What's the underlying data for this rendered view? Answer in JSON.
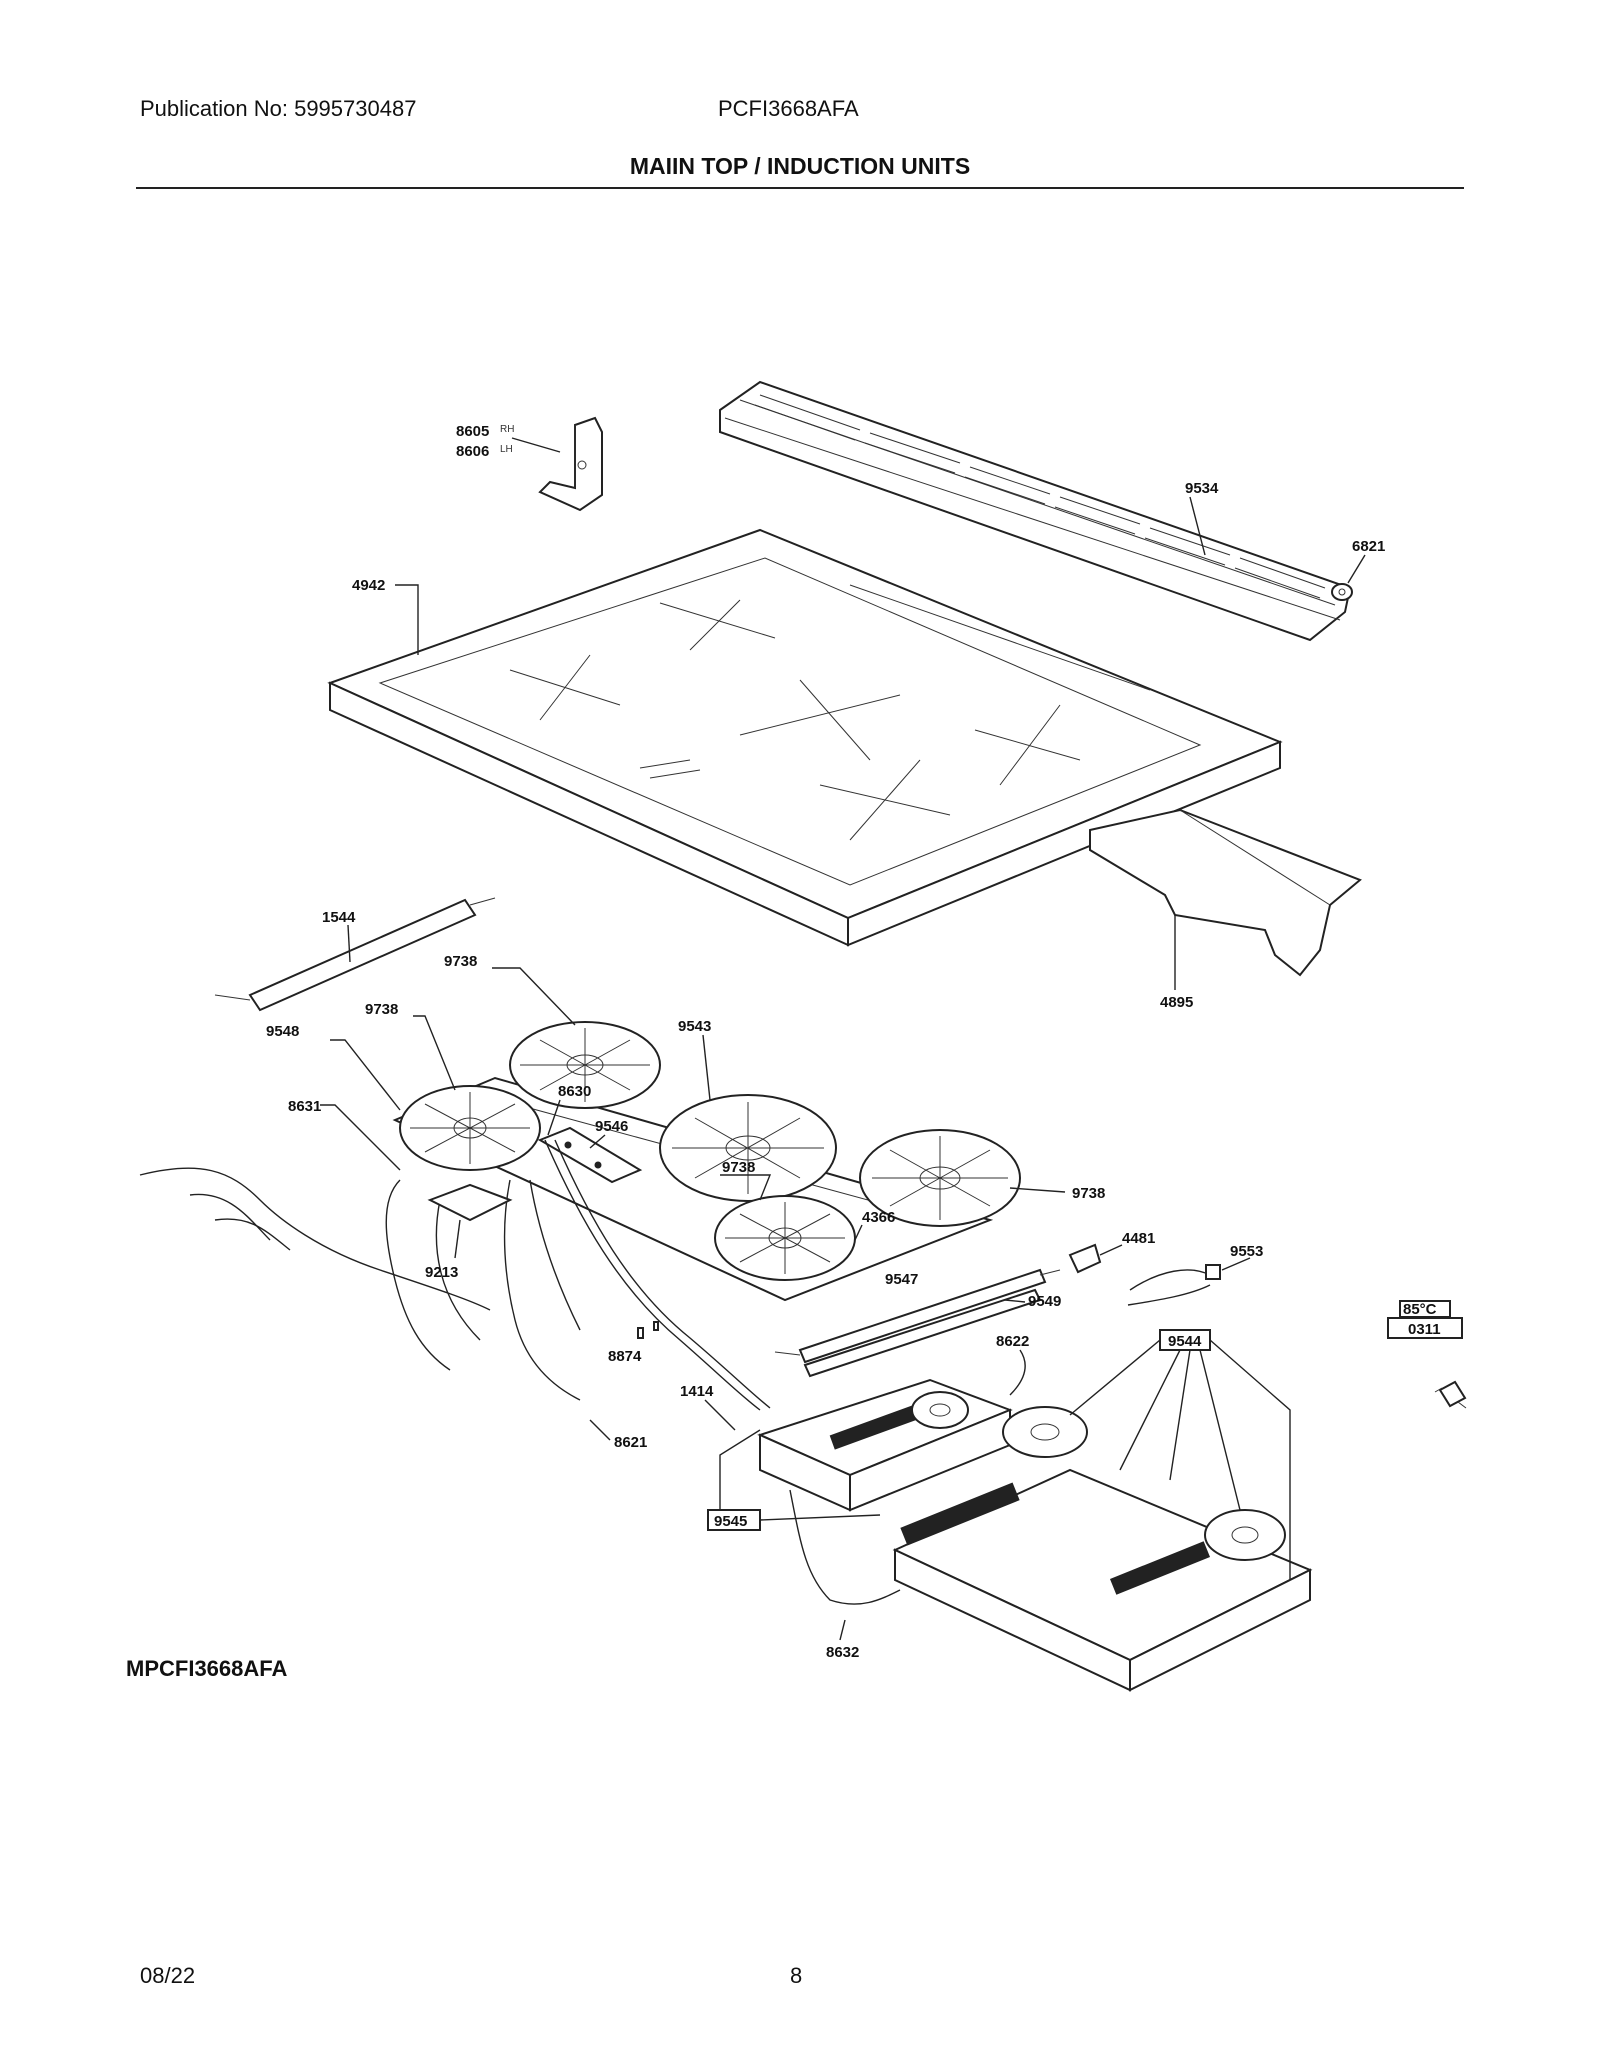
{
  "header": {
    "publication": "Publication No: 5995730487",
    "model": "PCFI3668AFA",
    "title": "MAIIN TOP / INDUCTION UNITS"
  },
  "footer": {
    "variant": "MPCFI3668AFA",
    "date": "08/22",
    "page": "8"
  },
  "callouts": {
    "c8605": "8605",
    "rh": "RH",
    "c8606": "8606",
    "lh": "LH",
    "c9534": "9534",
    "c6821": "6821",
    "c4942": "4942",
    "c1544": "1544",
    "c4895": "4895",
    "c9738a": "9738",
    "c9738b": "9738",
    "c9738c": "9738",
    "c9738d": "9738",
    "c9548": "9548",
    "c9543": "9543",
    "c8631": "8631",
    "c8630": "8630",
    "c9546": "9546",
    "c4366": "4366",
    "c4481": "4481",
    "c9553": "9553",
    "c9213": "9213",
    "c9547": "9547",
    "c9549": "9549",
    "c8874": "8874",
    "c8622": "8622",
    "c9544": "9544",
    "c1414": "1414",
    "c8621": "8621",
    "c9545": "9545",
    "c8632": "8632",
    "temp": "85°C",
    "c0311": "0311"
  }
}
